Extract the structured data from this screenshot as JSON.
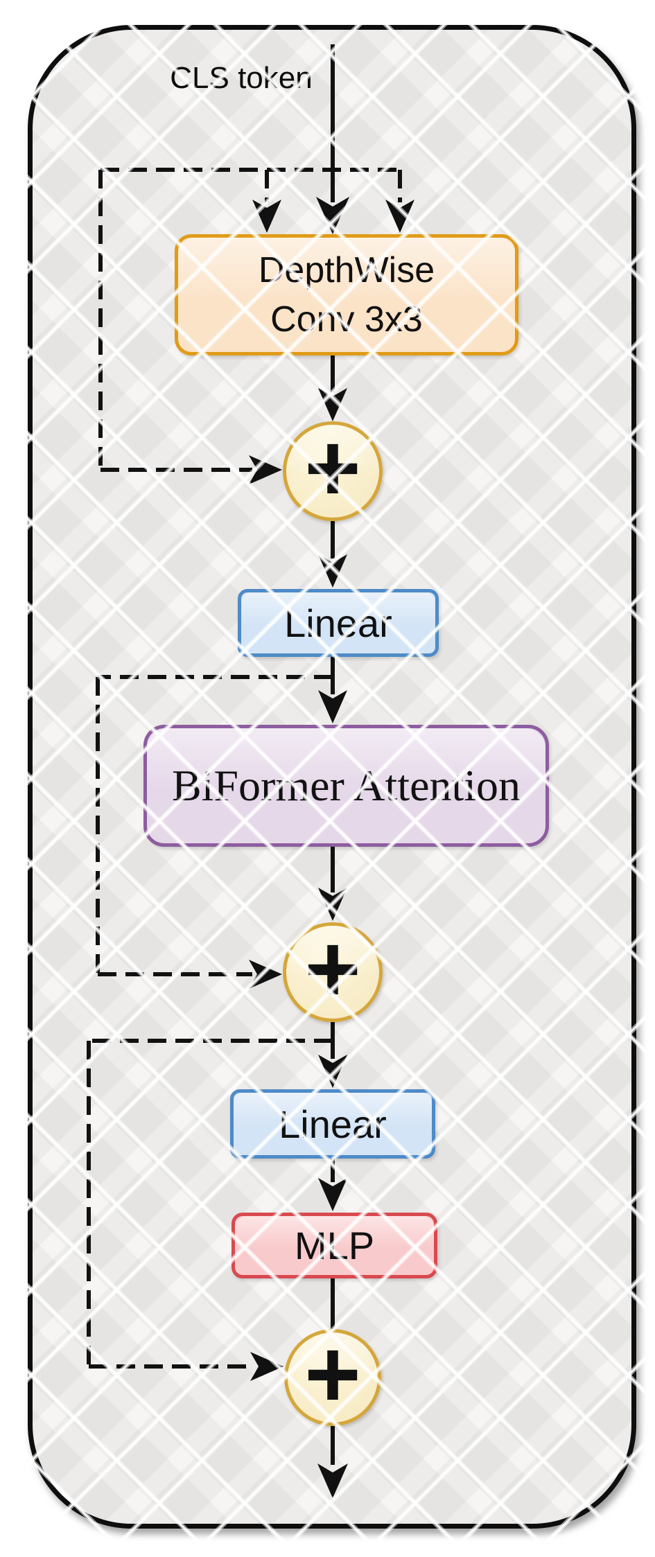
{
  "diagram": {
    "input_label": "CLS token",
    "nodes": {
      "depthwise": {
        "line1": "DepthWise",
        "line2": "Conv 3x3"
      },
      "add1": {
        "symbol": "+"
      },
      "linear1": {
        "label": "Linear"
      },
      "biformer": {
        "label": "BiFormer Attention"
      },
      "add2": {
        "symbol": "+"
      },
      "linear2": {
        "label": "Linear"
      },
      "mlp": {
        "label": "MLP"
      },
      "add3": {
        "symbol": "+"
      }
    },
    "colors": {
      "conv_fill": "#FBE3C8",
      "conv_border": "#E09C17",
      "linear_fill": "#D3E4F6",
      "linear_border": "#4E8AC8",
      "attention_fill": "#E5D8E9",
      "attention_border": "#8D5D9F",
      "mlp_fill": "#F9CACB",
      "mlp_border": "#D9494F",
      "add_fill": "#F5E8BE",
      "add_border": "#D5A63B",
      "line_color": "#111111"
    }
  }
}
